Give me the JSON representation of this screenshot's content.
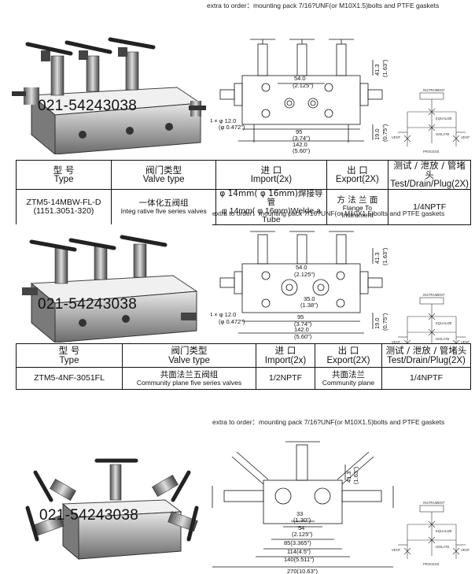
{
  "sections": [
    {
      "note": "extra to order：mounting pack 7/16?UNF(or M10X1.5)bolts and PTFE gaskets",
      "phone": "021-54243038",
      "dims": {
        "d1": "54.0",
        "d1b": "(2.125\")",
        "d2": "95",
        "d2b": "(3.74\")",
        "d3": "142.0",
        "d3b": "(5.60\")",
        "h1": "41.3",
        "h1b": "(1.63\")",
        "h2": "19.0",
        "h2b": "(0.75\")",
        "hole": "4 × φ 12.0",
        "holeb": "(φ 0.472\")"
      },
      "table": {
        "header": [
          [
            "型 号",
            "Type"
          ],
          [
            "阀门类型",
            "Valve type"
          ],
          [
            "进 口",
            "Import(2x)"
          ],
          [
            "出 口",
            "Export(2X)"
          ],
          [
            "测试 / 泄放 / 管堵头",
            "Test/Drain/Plug(2X)"
          ]
        ],
        "row": [
          [
            "ZTM5-14MBW-FL-D",
            "(1151.3051-320)"
          ],
          [
            "一体化五阀组",
            "Integ rative five series valves"
          ],
          [
            "φ 14mm( φ 16mm)焊接导管",
            "φ 14mm( φ 16mm)Welde a Tube"
          ],
          [
            "方 法 兰 面",
            "Flange To Instrument"
          ],
          [
            "1/4NPTF"
          ]
        ]
      }
    },
    {
      "note": "extra to order：mounting pack 7/16?UNF(or M10X1.5)bolts and PTFE gaskets",
      "phone": "021-54243038",
      "dims": {
        "d1": "54.0",
        "d1b": "(2.125\")",
        "d2": "95",
        "d2b": "(3.74\")",
        "d3": "142.0",
        "d3b": "(5.60\")",
        "d4": "35.0",
        "d4b": "(1.38\")",
        "h1": "41.3",
        "h1b": "(1.63\")",
        "h2": "19.0",
        "h2b": "(0.75\")",
        "hole": "4 × φ 12.0",
        "holeb": "(φ 0.472\")"
      },
      "table": {
        "header": [
          [
            "型 号",
            "Type"
          ],
          [
            "阀门类型",
            "Valve type"
          ],
          [
            "进 口",
            "Import(2x)"
          ],
          [
            "出 口",
            "Export(2X)"
          ],
          [
            "测试 / 泄放 / 管堵头",
            "Test/Drain/Plug(2X)"
          ]
        ],
        "row": [
          [
            "ZTM5-4NF-3051FL"
          ],
          [
            "共面法兰五阀组",
            "Community plane five series valves"
          ],
          [
            "1/2NPTF"
          ],
          [
            "共面法兰",
            "Community plane"
          ],
          [
            "1/4NPTF"
          ]
        ]
      }
    },
    {
      "note": "extra to order：mounting pack 7/16?UNF(or M10X1.5)bolts and PTFE gaskets",
      "phone": "021-54243038",
      "dims": {
        "d1": "33",
        "d1b": "(1.30\")",
        "d2": "54",
        "d2b": "(2.125\")",
        "d3": "85(3.365\")",
        "d4": "114(4.5\")",
        "d5": "140(5.511\")",
        "d6": "270(10.63\")",
        "h1": "41.3",
        "h1b": "(1.63\")"
      }
    }
  ],
  "schematic_labels": {
    "instrument": "INSTRUMENT",
    "equalize": "EQUALIZE",
    "isolate": "ISOLATE",
    "vent": "VENT",
    "process": "PROCESS"
  },
  "colors": {
    "metal_dark": "#3a3a3a",
    "metal_light": "#d8d8d8",
    "line": "#111111"
  }
}
